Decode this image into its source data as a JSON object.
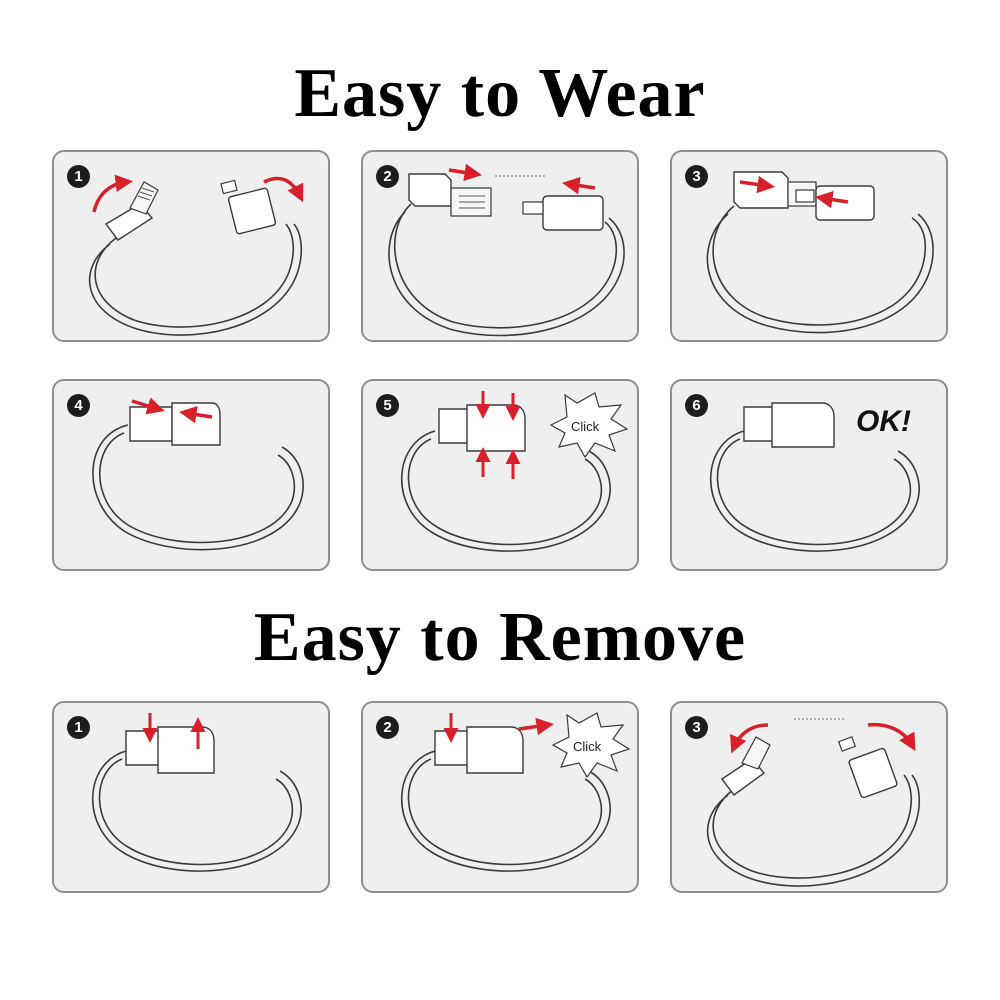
{
  "wear": {
    "title": "Easy to Wear",
    "steps": [
      {
        "number": "1"
      },
      {
        "number": "2"
      },
      {
        "number": "3"
      },
      {
        "number": "4"
      },
      {
        "number": "5",
        "sound": "Click"
      },
      {
        "number": "6",
        "callout": "OK!"
      }
    ]
  },
  "remove": {
    "title": "Easy to Remove",
    "steps": [
      {
        "number": "1"
      },
      {
        "number": "2",
        "sound": "Click"
      },
      {
        "number": "3"
      }
    ]
  },
  "colors": {
    "arrow": "#d8202a",
    "line": "#3a3a3a",
    "panel": "#efefef",
    "panel_border": "#8e8e8e"
  },
  "icons": [
    "curved-arrow-icon",
    "straight-arrow-icon",
    "usb-plug-icon",
    "micro-usb-plug-icon",
    "starburst-icon"
  ]
}
